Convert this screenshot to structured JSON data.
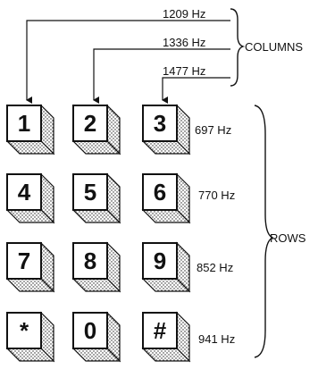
{
  "columns": {
    "label": "COLUMNS",
    "freqs": [
      "1209 Hz",
      "1336 Hz",
      "1477 Hz"
    ]
  },
  "rows": {
    "label": "ROWS",
    "freqs": [
      "697 Hz",
      "770 Hz",
      "852 Hz",
      "941 Hz"
    ]
  },
  "keys": [
    [
      "1",
      "2",
      "3"
    ],
    [
      "4",
      "5",
      "6"
    ],
    [
      "7",
      "8",
      "9"
    ],
    [
      "*",
      "0",
      "#"
    ]
  ]
}
